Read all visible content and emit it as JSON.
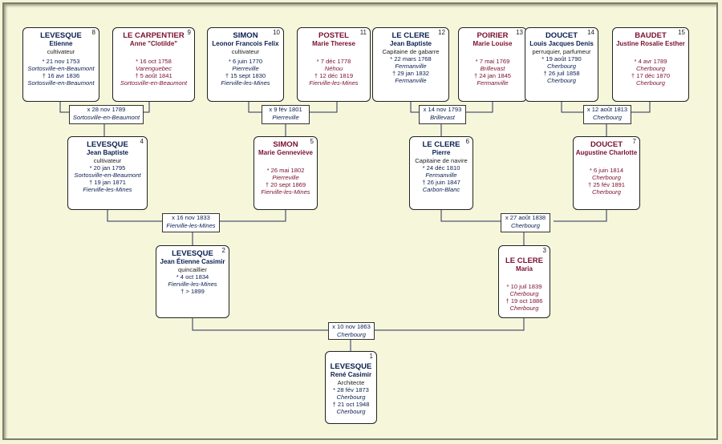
{
  "persons": [
    {
      "num": "1",
      "surname": "LEVESQUE",
      "given": "René Casimir",
      "occupation": "Architecte",
      "birth": "* 28 fév 1873",
      "birth_place": "Cherbourg",
      "death": "† 21 oct 1948",
      "death_place": "Cherbourg",
      "sex": "m"
    },
    {
      "num": "2",
      "surname": "LEVESQUE",
      "given": "Jean Étienne Casimir",
      "occupation": "quincaillier",
      "birth": "* 4 oct 1834",
      "birth_place": "Fierville-les-Mines",
      "death": "† > 1899",
      "death_place": "",
      "sex": "m"
    },
    {
      "num": "3",
      "surname": "LE CLERE",
      "given": "Maria",
      "occupation": "",
      "birth": "* 10 juil 1839",
      "birth_place": "Cherbourg",
      "death": "† 19 oct 1886",
      "death_place": "Cherbourg",
      "sex": "f"
    },
    {
      "num": "4",
      "surname": "LEVESQUE",
      "given": "Jean Baptiste",
      "occupation": "cultivateur",
      "birth": "* 20 jan 1795",
      "birth_place": "Sortosville-en-Beaumont",
      "death": "† 19 jan 1871",
      "death_place": "Fierville-les-Mines",
      "sex": "m"
    },
    {
      "num": "5",
      "surname": "SIMON",
      "given": "Marie Genneviève",
      "occupation": "",
      "birth": "* 26 mai 1802",
      "birth_place": "Pierreville",
      "death": "† 20 sept 1869",
      "death_place": "Fierville-les-Mines",
      "sex": "f"
    },
    {
      "num": "6",
      "surname": "LE CLERE",
      "given": "Pierre",
      "occupation": "Capitaine de navire",
      "birth": "* 24 déc 1810",
      "birth_place": "Fermanville",
      "death": "† 26 juin 1847",
      "death_place": "Carbon-Blanc",
      "sex": "m"
    },
    {
      "num": "7",
      "surname": "DOUCET",
      "given": "Augustine Charlotte",
      "occupation": "",
      "birth": "* 6 juin 1814",
      "birth_place": "Cherbourg",
      "death": "† 25 fév 1891",
      "death_place": "Cherbourg",
      "sex": "f"
    },
    {
      "num": "8",
      "surname": "LEVESQUE",
      "given": "Etienne",
      "occupation": "cultivateur",
      "birth": "* 21 nov 1753",
      "birth_place": "Sortosville-en-Beaumont",
      "death": "† 16 avr 1836",
      "death_place": "Sortosville-en-Beaumont",
      "sex": "m"
    },
    {
      "num": "9",
      "surname": "LE CARPENTIER",
      "given": "Anne \"Clotilde\"",
      "occupation": "",
      "birth": "* 16 oct 1758",
      "birth_place": "Varenguebec",
      "death": "† 5 août 1841",
      "death_place": "Sortosville-en-Beaumont",
      "sex": "f"
    },
    {
      "num": "10",
      "surname": "SIMON",
      "given": "Leonor Francois Felix",
      "occupation": "cultivateur",
      "birth": "* 6 juin 1770",
      "birth_place": "Pierreville",
      "death": "† 15 sept 1830",
      "death_place": "Fierville-les-Mines",
      "sex": "m"
    },
    {
      "num": "11",
      "surname": "POSTEL",
      "given": "Marie Therese",
      "occupation": "",
      "birth": "* 7 déc 1778",
      "birth_place": "Néhou",
      "death": "† 12 déc 1819",
      "death_place": "Fierville-les-Mines",
      "sex": "f"
    },
    {
      "num": "12",
      "surname": "LE CLERE",
      "given": "Jean Baptiste",
      "occupation": "Capitaine de gabarre",
      "birth": "* 22 mars 1768",
      "birth_place": "Fermanville",
      "death": "† 29 jan 1832",
      "death_place": "Fermanville",
      "sex": "m"
    },
    {
      "num": "13",
      "surname": "POIRIER",
      "given": "Marie Louise",
      "occupation": "",
      "birth": "* 7 mai 1769",
      "birth_place": "Brillevast",
      "death": "† 24 jan 1845",
      "death_place": "Fermanville",
      "sex": "f"
    },
    {
      "num": "14",
      "surname": "DOUCET",
      "given": "Louis Jacques Denis",
      "occupation": "perruquier, parfumeur",
      "birth": "* 19 août 1790",
      "birth_place": "Cherbourg",
      "death": "† 26 juil 1858",
      "death_place": "Cherbourg",
      "sex": "m"
    },
    {
      "num": "15",
      "surname": "BAUDET",
      "given": "Justine Rosalie Esther",
      "occupation": "",
      "birth": "* 4 avr 1789",
      "birth_place": "Cherbourg",
      "death": "† 17 déc 1870",
      "death_place": "Cherbourg",
      "sex": "f"
    }
  ],
  "marriages": [
    {
      "date": "x 10 nov 1863",
      "place": "Cherbourg"
    },
    {
      "date": "x 16 nov 1833",
      "place": "Fierville-les-Mines"
    },
    {
      "date": "x 27 août 1838",
      "place": "Cherbourg"
    },
    {
      "date": "x 28 nov 1789",
      "place": "Sortosville-en-Beaumont"
    },
    {
      "date": "x 9 fév 1801",
      "place": "Pierreville"
    },
    {
      "date": "x 14 nov 1793",
      "place": "Brillevast"
    },
    {
      "date": "x 12 août 1813",
      "place": "Cherbourg"
    }
  ],
  "colors": {
    "male": "#0a1f4f",
    "female": "#7a1030",
    "background": "#f4f4d6"
  }
}
